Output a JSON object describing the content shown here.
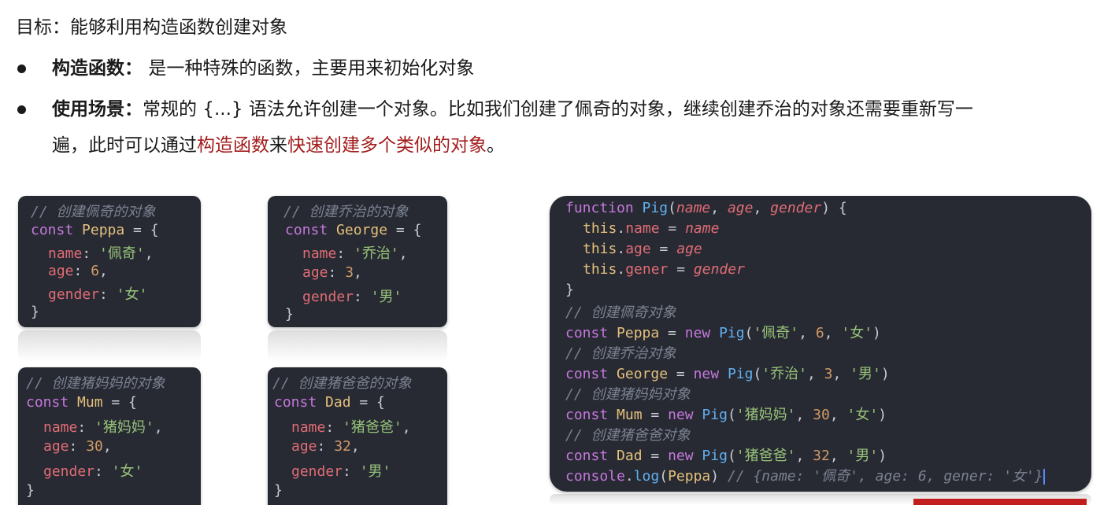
{
  "goal": "目标：能够利用构造函数创建对象",
  "bullets": {
    "b1": {
      "term": "构造函数：",
      "text": "是一种特殊的函数，主要用来初始化对象"
    },
    "b2": {
      "term": "使用场景：",
      "text1": "常规的 {...} 语法允许创建一个对象。比如我们创建了佩奇的对象，继续创建乔治的对象还需要重新写一",
      "text2_a": "遍，此时可以通过",
      "text2_red1": "构造函数",
      "text2_b": "来",
      "text2_red2": "快速创建多个类似的对象",
      "text2_c": "。"
    }
  },
  "cards": {
    "peppa": {
      "comment": "// 创建佩奇的对象",
      "const": "const",
      "var": "Peppa",
      "name_key": "name",
      "name_val": "'佩奇'",
      "age_key": "age",
      "age_val": "6",
      "gender_key": "gender",
      "gender_val": "'女'"
    },
    "george": {
      "comment": "// 创建乔治的对象",
      "const": "const",
      "var": "George",
      "name_key": "name",
      "name_val": "'乔治'",
      "age_key": "age",
      "age_val": "3",
      "gender_key": "gender",
      "gender_val": "'男'"
    },
    "mum": {
      "comment": "// 创建猪妈妈的对象",
      "const": "const",
      "var": "Mum",
      "name_key": "name",
      "name_val": "'猪妈妈'",
      "age_key": "age",
      "age_val": "30",
      "gender_key": "gender",
      "gender_val": "'女'"
    },
    "dad": {
      "comment": "// 创建猪爸爸的对象",
      "const": "const",
      "var": "Dad",
      "name_key": "name",
      "name_val": "'猪爸爸'",
      "age_key": "age",
      "age_val": "32",
      "gender_key": "gender",
      "gender_val": "'男'"
    }
  },
  "big": {
    "function_kw": "function",
    "fn_name": "Pig",
    "p1": "name",
    "p2": "age",
    "p3": "gender",
    "this": "this",
    "prop1": "name",
    "prop2": "age",
    "prop3": "gener",
    "c1": "// 创建佩奇对象",
    "c2": "// 创建乔治对象",
    "c3": "// 创建猪妈妈对象",
    "c4": "// 创建猪爸爸对象",
    "const": "const",
    "new": "new",
    "v1": "Peppa",
    "v2": "George",
    "v3": "Mum",
    "v4": "Dad",
    "a1": "'佩奇'",
    "n1": "6",
    "g1": "'女'",
    "a2": "'乔治'",
    "n2": "3",
    "g2": "'男'",
    "a3": "'猪妈妈'",
    "n3": "30",
    "g3": "'女'",
    "a4": "'猪爸爸'",
    "n4": "32",
    "g4": "'男'",
    "console": "console",
    "log": "log",
    "result": "// {name: '佩奇', age: 6, gener: '女'}"
  }
}
